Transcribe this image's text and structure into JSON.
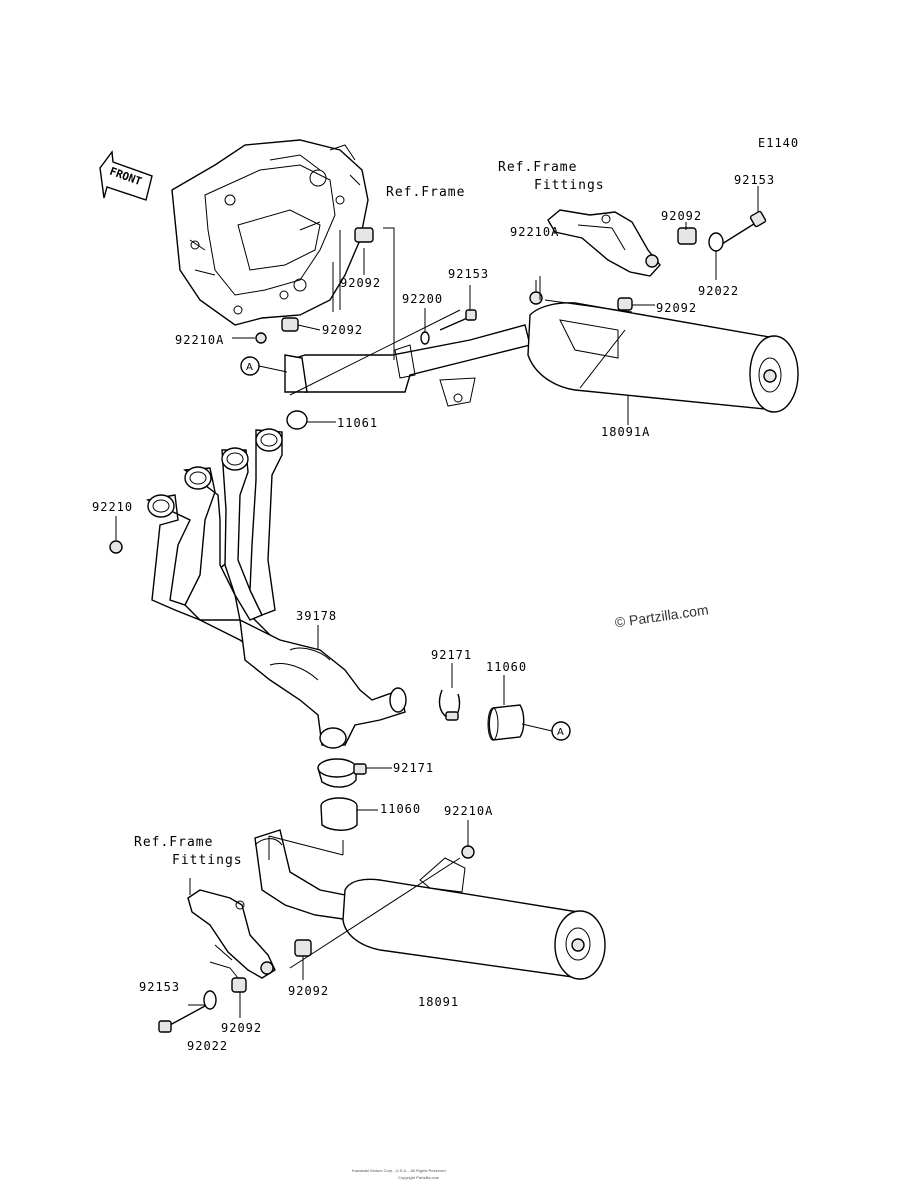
{
  "diagram_id": "E1140",
  "front_label": "FRONT",
  "watermark": "© Partzilla.com",
  "footer_line1": "Kawasaki Motors Corp., U.S.A. - All Rights Reserved",
  "footer_line2": "Copyright Partzilla.com",
  "connector_a": "A",
  "refs": {
    "frame_top": "Ref.Frame",
    "fittings_top_1": "Ref.Frame",
    "fittings_top_2": "Fittings",
    "fittings_bottom_1": "Ref.Frame",
    "fittings_bottom_2": "Fittings"
  },
  "parts": {
    "p92153_top": "92153",
    "p92092_top": "92092",
    "p92022_top": "92022",
    "p92210A_top": "92210A",
    "p92092_right": "92092",
    "p92200": "92200",
    "p92153_mid": "92153",
    "p92092_frame1": "92092",
    "p92092_frame2": "92092",
    "p92210A_left": "92210A",
    "p18091A": "18091A",
    "p11061": "11061",
    "p92210": "92210",
    "p39178": "39178",
    "p92171_right": "92171",
    "p11060_right": "11060",
    "p92171_low": "92171",
    "p11060_low": "11060",
    "p92210A_low": "92210A",
    "p92153_low": "92153",
    "p92092_low1": "92092",
    "p92092_low2": "92092",
    "p92022_low": "92022",
    "p18091": "18091"
  }
}
